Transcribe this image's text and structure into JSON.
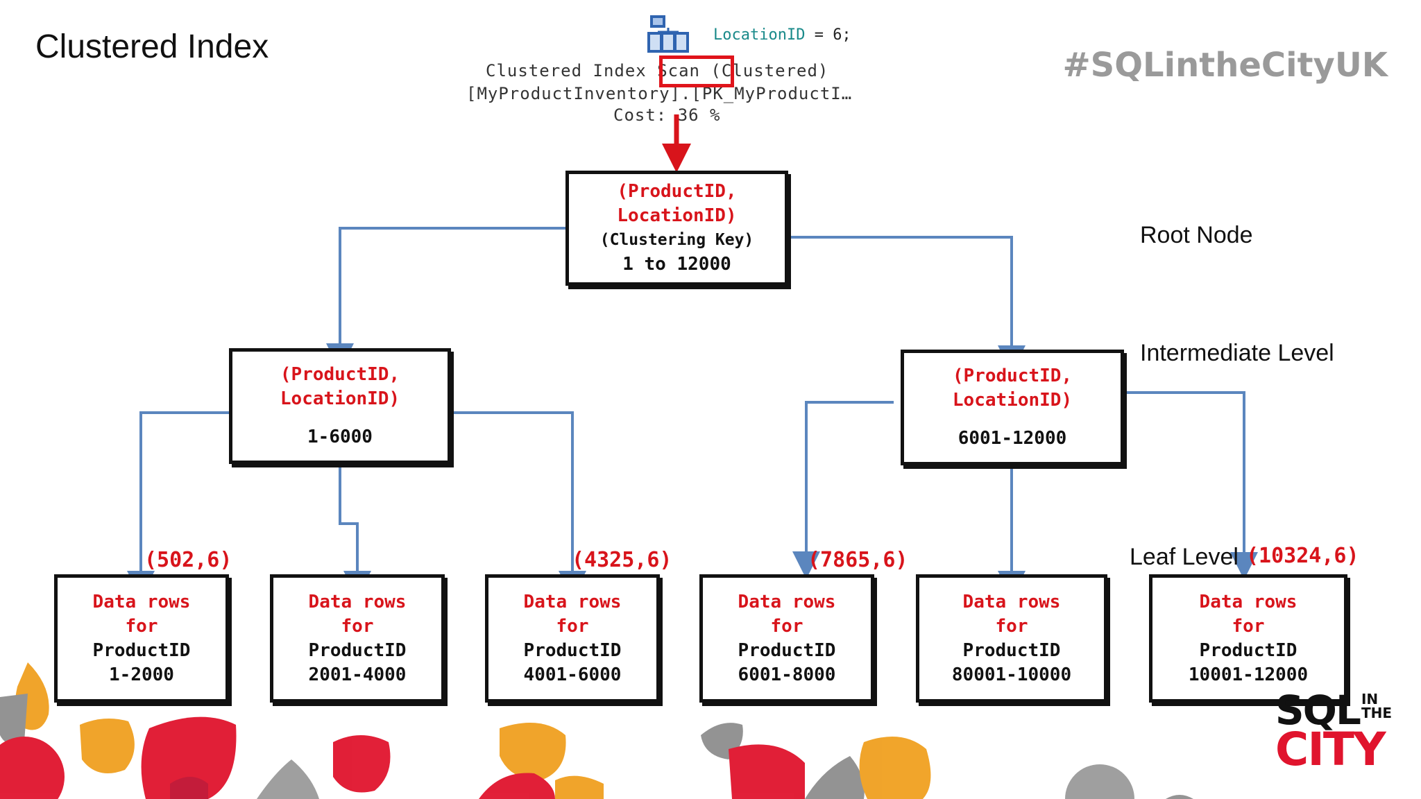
{
  "title": "Clustered Index",
  "hashtag": "#SQLintheCityUK",
  "plan": {
    "icon": "clustered-index-scan-icon",
    "predicate_column": "LocationID",
    "predicate_rest": " = 6;",
    "line1": "Clustered Index Scan (Clustered)",
    "line2": "[MyProductInventory].[PK_MyProductI…",
    "line3": "Cost: 36 %",
    "highlight_word": "Scan"
  },
  "levels": {
    "root": "Root Node",
    "intermediate": "Intermediate Level",
    "leaf": "Leaf Level"
  },
  "root_node": {
    "key_line1": "(ProductID,",
    "key_line2": "LocationID)",
    "note": "(Clustering Key)",
    "range": "1 to 12000"
  },
  "intermediate_nodes": [
    {
      "key_line1": "(ProductID,",
      "key_line2": "LocationID)",
      "range": "1-6000"
    },
    {
      "key_line1": "(ProductID,",
      "key_line2": "LocationID)",
      "range": "6001-12000"
    }
  ],
  "leaf_nodes": [
    {
      "line1": "Data rows",
      "line2": "for",
      "line3": "ProductID",
      "range": "1-2000"
    },
    {
      "line1": "Data rows",
      "line2": "for",
      "line3": "ProductID",
      "range": "2001-4000"
    },
    {
      "line1": "Data rows",
      "line2": "for",
      "line3": "ProductID",
      "range": "4001-6000"
    },
    {
      "line1": "Data rows",
      "line2": "for",
      "line3": "ProductID",
      "range": "6001-8000"
    },
    {
      "line1": "Data rows",
      "line2": "for",
      "line3": "ProductID",
      "range": "80001-10000"
    },
    {
      "line1": "Data rows",
      "line2": "for",
      "line3": "ProductID",
      "range": "10001-12000"
    }
  ],
  "leaf_keys": [
    "(502,6)",
    "(4325,6)",
    "(7865,6)",
    "(10324,6)"
  ],
  "logo": {
    "sql": "SQL",
    "in": "IN",
    "the": "THE",
    "city": "CITY"
  },
  "colors": {
    "key_red": "#d8141b",
    "connector_blue": "#5b86be",
    "hashtag_gray": "#9a9a9a",
    "logo_red": "#e0142d"
  }
}
